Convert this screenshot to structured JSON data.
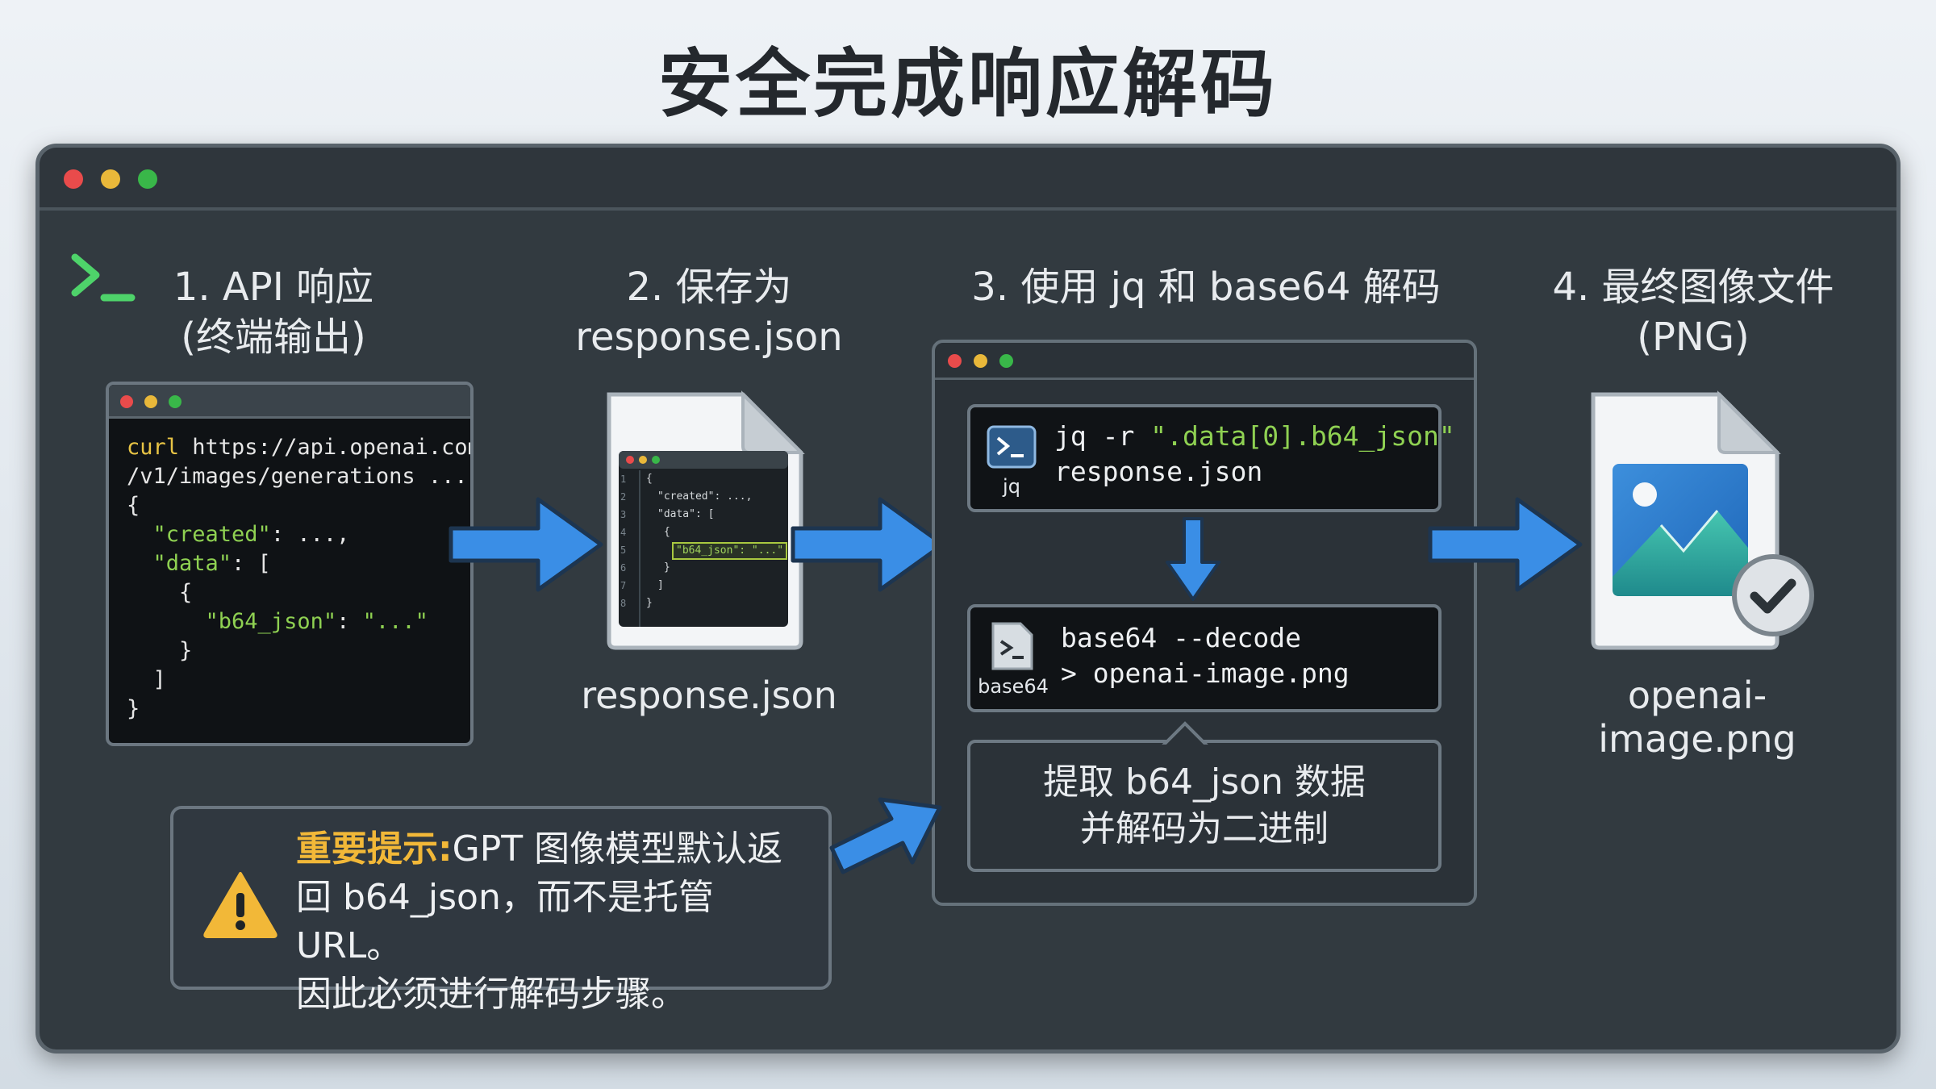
{
  "title": "安全完成响应解码",
  "steps": {
    "step1": {
      "line1": "1. API 响应",
      "line2": "(终端输出)"
    },
    "step2": {
      "line1": "2. 保存为",
      "line2": "response.json",
      "file_caption": "response.json"
    },
    "step3": {
      "line1": "3. 使用 jq 和 base64 解码"
    },
    "step4": {
      "line1": "4. 最终图像文件",
      "line2": "(PNG)",
      "file_caption": "openai-image.png"
    }
  },
  "terminal": {
    "line1_cmd": "curl",
    "line1_rest": " https://api.openai.com",
    "line2": "/v1/images/generations ...",
    "line3": "{",
    "line4_key": "  \"created\"",
    "line4_rest": ": ...,",
    "line5_key": "  \"data\"",
    "line5_rest": ": [",
    "line6": "    {",
    "line7_key": "      \"b64_json\"",
    "line7_mid": ": ",
    "line7_val": "\"...\"",
    "line8": "    }",
    "line9": "  ]",
    "line10": "}"
  },
  "json_preview": {
    "lines": [
      "{",
      "\"created\": ...,",
      "\"data\": [",
      "{",
      "\"b64_json\": \"...\"",
      "}",
      "]",
      "}"
    ],
    "line_numbers": [
      "1",
      "2",
      "3",
      "4",
      "5",
      "6",
      "7",
      "8"
    ]
  },
  "commands": {
    "jq": {
      "label": "jq",
      "part1": "jq -r ",
      "part2": "\".data[0].b64_json\"",
      "line2": "response.json"
    },
    "base64": {
      "label": "base64",
      "line1": "base64 --decode",
      "line2": "> openai-image.png"
    }
  },
  "extract_note": {
    "line1": "提取 b64_json 数据",
    "line2": "并解码为二进制"
  },
  "important": {
    "label": "重要提示:",
    "text1": "GPT 图像模型默认返",
    "text2": "回 b64_json，而不是托管 URL。",
    "text3": "因此必须进行解码步骤。"
  },
  "icons": [
    "terminal-prompt-icon",
    "arrow-right-icon",
    "json-file-icon",
    "arrow-down-icon",
    "image-file-icon",
    "checkmark-icon",
    "warning-icon"
  ],
  "colors": {
    "arrow_blue": "#3a8ee6",
    "accent_yellow": "#f2b838",
    "code_green": "#8fd152"
  }
}
